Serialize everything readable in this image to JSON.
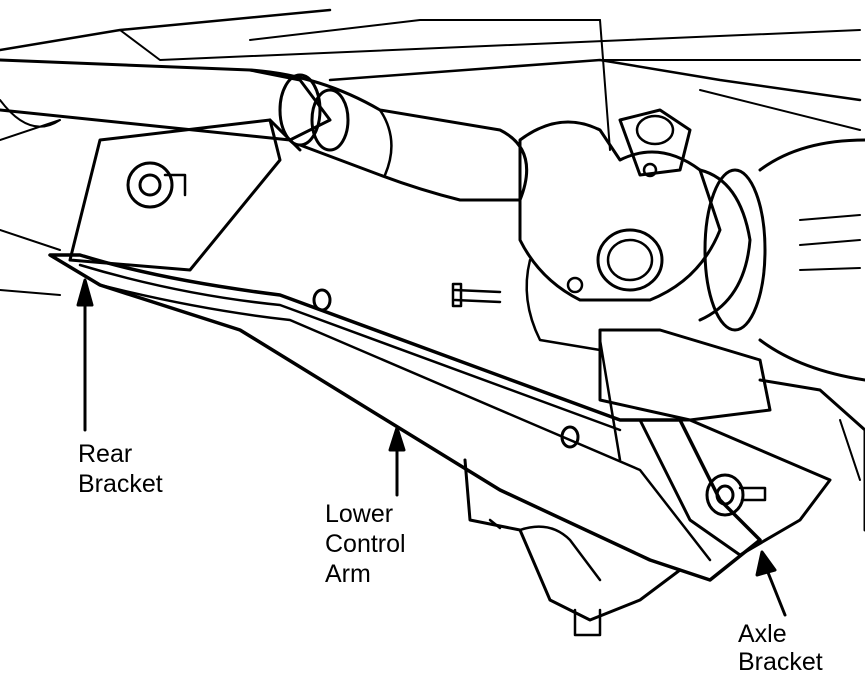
{
  "labels": {
    "rear_bracket": [
      "Rear",
      "Bracket"
    ],
    "lower_control_arm": [
      "Lower",
      "Control",
      "Arm"
    ],
    "axle_bracket": [
      "Axle",
      "Bracket"
    ]
  },
  "colors": {
    "ink": "#000000",
    "paper": "#ffffff"
  }
}
